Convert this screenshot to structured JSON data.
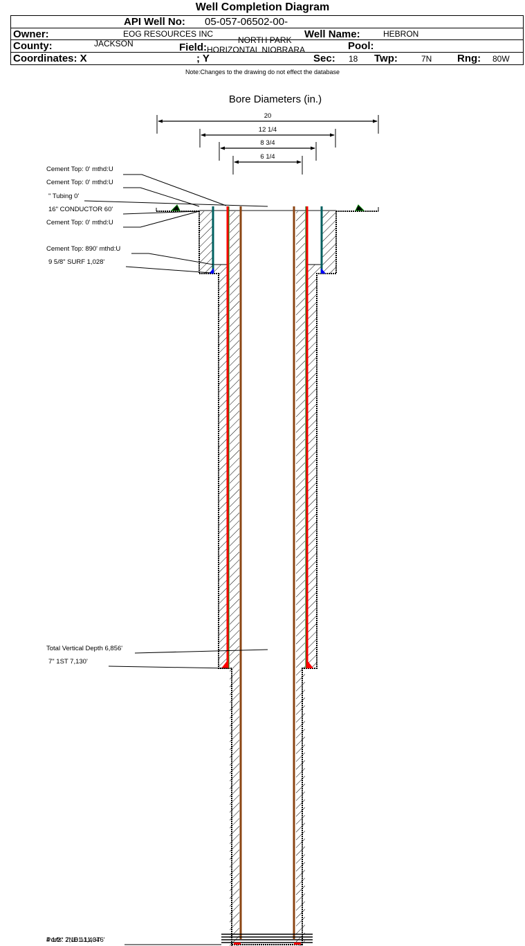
{
  "title": "Well Completion Diagram",
  "header": {
    "api_label": "API Well No:",
    "api_value": "05-057-06502-00-",
    "owner_label": "Owner:",
    "owner_value": "EOG RESOURCES INC",
    "well_name_label": "Well Name:",
    "well_name_value": "HEBRON",
    "county_label": "County:",
    "county_value": "JACKSON",
    "field_label": "Field:",
    "field_value_line1": "NORTH PARK",
    "field_value_line2": "HORIZONTAL NIOBRARA",
    "pool_label": "Pool:",
    "pool_value": "",
    "coord_label": "Coordinates: X",
    "coord_y_label": "; Y",
    "sec_label": "Sec:",
    "sec_value": "18",
    "twp_label": "Twp:",
    "twp_value": "7N",
    "rng_label": "Rng:",
    "rng_value": "80W"
  },
  "note": "Note:Changes to the drawing do not effect the database",
  "diagram": {
    "bore_title": "Bore Diameters (in.)",
    "bore_diameters": [
      {
        "label": "20",
        "inches": 20
      },
      {
        "label": "12 1/4",
        "inches": 12.25
      },
      {
        "label": "8 3/4",
        "inches": 8.75
      },
      {
        "label": "6 1/4",
        "inches": 6.25
      }
    ],
    "annotations": [
      {
        "text": "Cement Top: 0' mthd:U"
      },
      {
        "text": "Cement Top: 0' mthd:U"
      },
      {
        "text": "\" Tubing 0'"
      },
      {
        "text": "16\" CONDUCTOR  60'"
      },
      {
        "text": "Cement Top: 0' mthd:U"
      },
      {
        "text": "Cement Top: 890' mthd:U"
      },
      {
        "text": "9 5/8\" SURF       1,028'"
      },
      {
        "text": "Total Vertical Depth 6,856'"
      },
      {
        "text": "7\" 1ST       7,130'"
      },
      {
        "text": "Perfs: 7,161-11,376'"
      },
      {
        "text": "4 1/2\" 2ND       11,404'"
      }
    ],
    "colors": {
      "casing_red": "#ff0000",
      "casing_green": "#008000",
      "tubing_blue": "#0000ff",
      "production_brown": "#8b4513",
      "teal": "#006060",
      "cement_hatch": "#000000"
    }
  }
}
